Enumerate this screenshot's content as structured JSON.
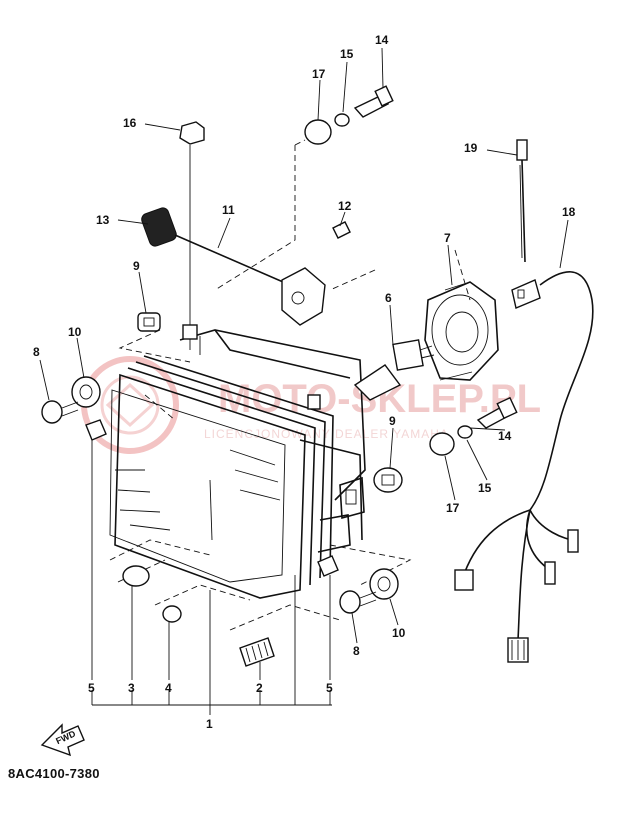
{
  "diagram": {
    "part_code": "8AC4100-7380",
    "fwd_label": "FWD",
    "watermark": {
      "main": "MOTO-SKLEP.PL",
      "sub": "LICENCJONOWANY DEALER YAMAHA"
    },
    "callouts": [
      {
        "id": "c1",
        "label": "1"
      },
      {
        "id": "c2",
        "label": "2"
      },
      {
        "id": "c3",
        "label": "3"
      },
      {
        "id": "c4",
        "label": "4"
      },
      {
        "id": "c5a",
        "label": "5"
      },
      {
        "id": "c5b",
        "label": "5"
      },
      {
        "id": "c6",
        "label": "6"
      },
      {
        "id": "c7",
        "label": "7"
      },
      {
        "id": "c8a",
        "label": "8"
      },
      {
        "id": "c8b",
        "label": "8"
      },
      {
        "id": "c9a",
        "label": "9"
      },
      {
        "id": "c9b",
        "label": "9"
      },
      {
        "id": "c10a",
        "label": "10"
      },
      {
        "id": "c10b",
        "label": "10"
      },
      {
        "id": "c11",
        "label": "11"
      },
      {
        "id": "c12",
        "label": "12"
      },
      {
        "id": "c13",
        "label": "13"
      },
      {
        "id": "c14a",
        "label": "14"
      },
      {
        "id": "c14b",
        "label": "14"
      },
      {
        "id": "c15a",
        "label": "15"
      },
      {
        "id": "c15b",
        "label": "15"
      },
      {
        "id": "c16",
        "label": "16"
      },
      {
        "id": "c17a",
        "label": "17"
      },
      {
        "id": "c17b",
        "label": "17"
      },
      {
        "id": "c18",
        "label": "18"
      },
      {
        "id": "c19",
        "label": "19"
      }
    ]
  }
}
